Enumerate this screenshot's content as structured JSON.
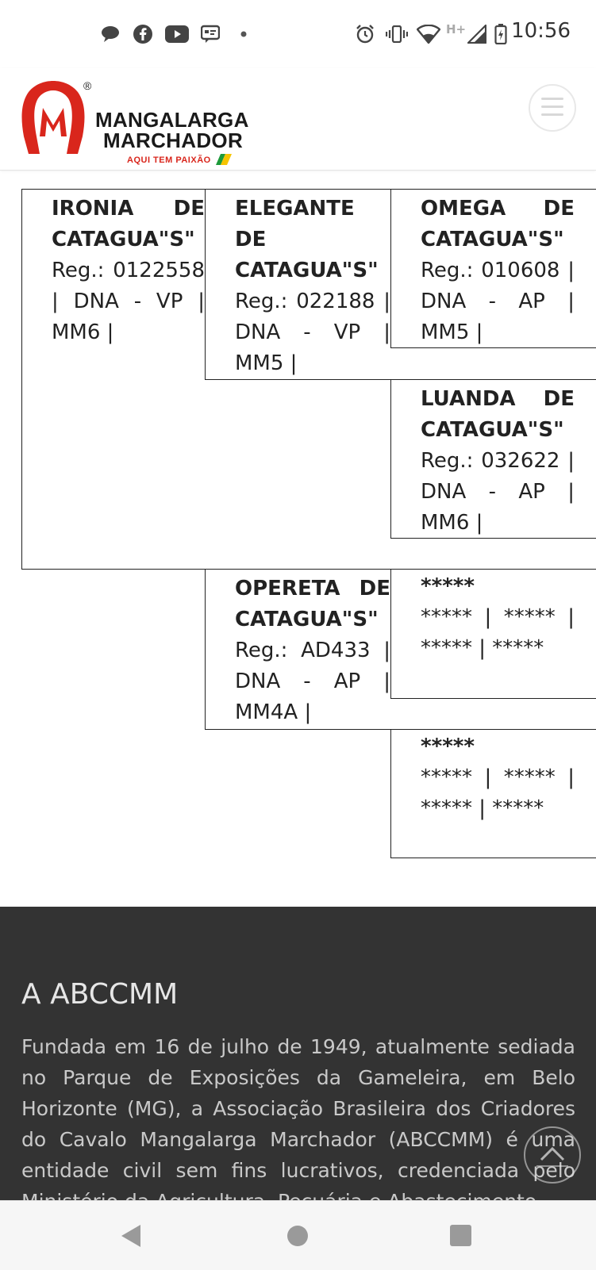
{
  "status_bar": {
    "time": "10:56",
    "network": "H+",
    "left_icons": [
      "chat-bubble-icon",
      "facebook-icon",
      "youtube-icon",
      "message-icon",
      "dot-icon"
    ],
    "right_icons": [
      "alarm-icon",
      "vibrate-icon",
      "wifi-icon",
      "signal-icon",
      "battery-charging-icon"
    ]
  },
  "header": {
    "logo_registered": "®",
    "logo_line1": "MANGALARGA",
    "logo_line2": "MARCHADOR",
    "logo_tagline": "AQUI TEM PAIXÃO",
    "brand_color": "#d9261c",
    "menu_icon": "hamburger-icon"
  },
  "pedigree": {
    "horse": {
      "name": "IRONIA DE CATAGUA\"S\"",
      "details": "Reg.: 0122558 | DNA - VP | MM6 |"
    },
    "sire": {
      "name": "ELEGANTE DE CATAGUA\"S\"",
      "details": "Reg.: 022188 | DNA - VP | MM5 |"
    },
    "sire_sire": {
      "name": "OMEGA DE CATAGUA\"S\"",
      "details": "Reg.: 010608 | DNA - AP | MM5 |"
    },
    "sire_dam": {
      "name": "LUANDA DE CATAGUA\"S\"",
      "details": "Reg.: 032622 | DNA - AP | MM6 |"
    },
    "dam": {
      "name": "OPERETA DE CATAGUA\"S\"",
      "details": "Reg.: AD433 | DNA - AP | MM4A |"
    },
    "dam_sire": {
      "name": "*****",
      "details": "***** | ***** | ***** | *****"
    },
    "dam_dam": {
      "name": "*****",
      "details": "***** | ***** | ***** | *****"
    }
  },
  "footer": {
    "title": "A ABCCMM",
    "text": "Fundada em 16 de julho de 1949, atualmente sediada no Parque de Exposições da Gameleira, em Belo Horizonte (MG), a Associação Brasileira dos Criadores do Cavalo Mangalarga Marchador (ABCCMM) é uma entidade civil sem fins lucrativos, credenciada pelo Ministério da Agricultura, Pecuária e Abastecimento"
  },
  "back_to_top_icon": "chevron-up-icon",
  "nav_bar": {
    "back_icon": "back-triangle-icon",
    "home_icon": "home-circle-icon",
    "recent_icon": "recent-square-icon"
  }
}
